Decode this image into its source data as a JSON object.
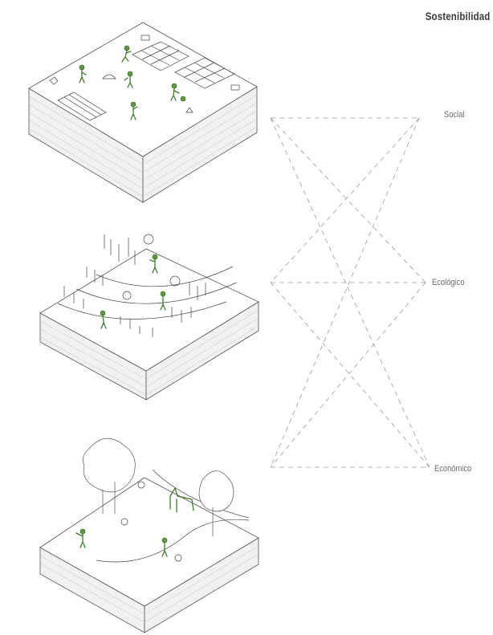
{
  "title": "Sostenibilidad",
  "dimensions": {
    "social": "Social",
    "ecologico": "Ecológico",
    "economico": "Económico"
  },
  "colors": {
    "figures": "#5e9a3f",
    "lines": "#9a9a9a",
    "text": "#6a6a6a"
  }
}
